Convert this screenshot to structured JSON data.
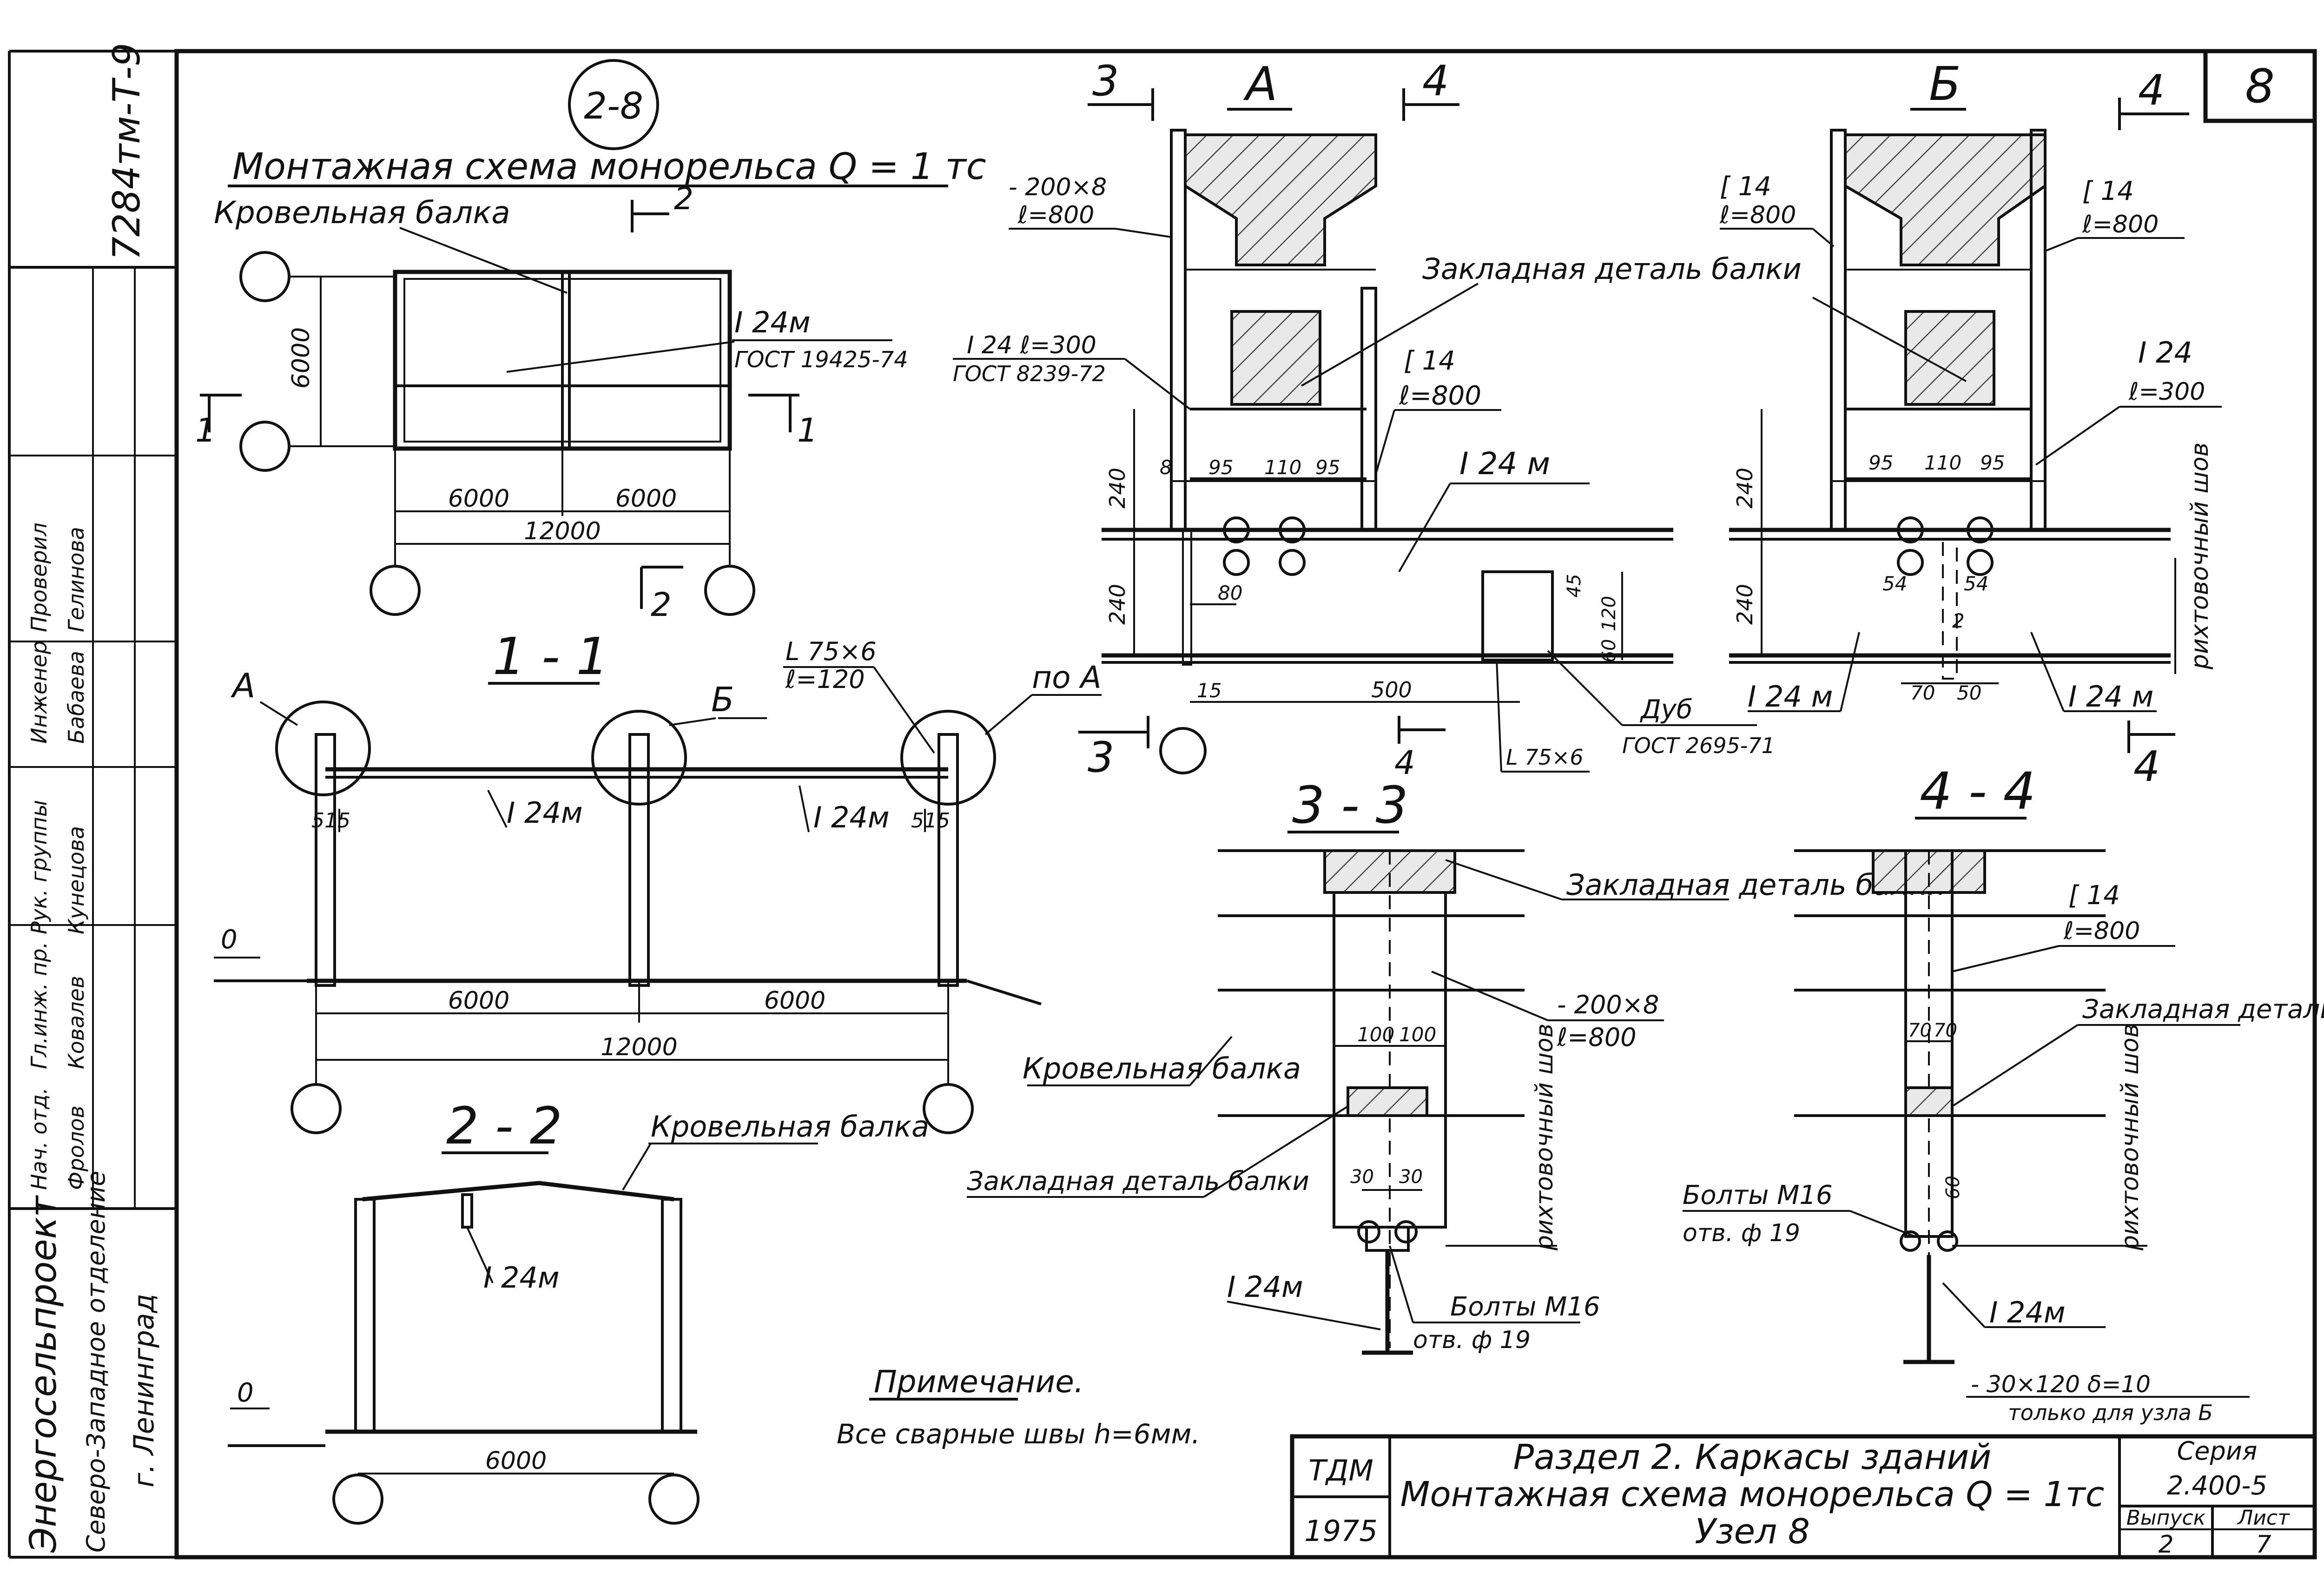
{
  "sheet_no": "8",
  "node_circle": "2-8",
  "doc_code": "7284тм-Т-9",
  "main_title": "Монтажная схема монорельса  Q = 1 тс",
  "plan": {
    "roof_beam": "Кровельная балка",
    "beam_label": "I 24м",
    "beam_gost": "ГОСТ 19425-74",
    "dim_6000_v": "6000",
    "dim_left": "6000",
    "dim_right": "6000",
    "dim_total": "12000",
    "sect_1": "1",
    "sect_2": "2"
  },
  "section_1_1": {
    "title": "1 - 1",
    "node_A": "А",
    "node_B": "Б",
    "node_pA": "по А",
    "angle": "L 75×6",
    "angle_len": "ℓ=120",
    "beam_left": "I 24м",
    "beam_right": "I 24м",
    "d515_left": "515",
    "d515_right": "515",
    "level": "0",
    "dim_left": "6000",
    "dim_right": "6000",
    "dim_total": "12000"
  },
  "section_2_2": {
    "title": "2 - 2",
    "roof": "Кровельная балка",
    "beam": "I 24м",
    "level": "0",
    "dim": "6000"
  },
  "node_A": {
    "title": "А",
    "cut3": "3",
    "cut4": "4",
    "plate": "- 200×8",
    "plate_len": "ℓ=800",
    "i24": "I 24  ℓ=300",
    "i24_gost": "ГОСТ 8239-72",
    "channel": "[ 14",
    "channel_len": "ℓ=800",
    "embed": "Закладная деталь балки",
    "beam": "I 24 м",
    "d240a": "240",
    "d240b": "240",
    "d8": "8",
    "d95a": "95",
    "d110": "110",
    "d95b": "95",
    "d80": "80",
    "d15": "15",
    "d500": "500",
    "d120": "120",
    "d60": "60",
    "d45": "45",
    "oak": "Дуб",
    "oak_gost": "ГОСТ 2695-71",
    "angle": "L 75×6"
  },
  "node_B": {
    "title": "Б",
    "cut4": "4",
    "ch_left": "[ 14",
    "ch_left_len": "ℓ=800",
    "ch_right": "[ 14",
    "ch_right_len": "ℓ=800",
    "i24": "I 24",
    "i24_len": "ℓ=300",
    "d240a": "240",
    "d240b": "240",
    "d95a": "95",
    "d110": "110",
    "d95b": "95",
    "d54a": "54",
    "d54b": "54",
    "d2": "2",
    "d70": "70",
    "d50": "50",
    "beam_left": "I 24 м",
    "beam_right": "I 24 м",
    "weld": "рихтовочный шов"
  },
  "section_3_3": {
    "title": "3 - 3",
    "embed": "Закладная деталь балки",
    "plate": "- 200×8",
    "plate_len": "ℓ=800",
    "roof": "Кровельная балка",
    "d100a": "100",
    "d100b": "100",
    "embed2": "Закладная деталь балки",
    "d30a": "30",
    "d30b": "30",
    "weld": "рихтовочный шов",
    "beam": "I 24м",
    "bolts": "Болты М16",
    "holes": "отв. ф 19"
  },
  "section_4_4": {
    "title": "4 - 4",
    "channel": "[ 14",
    "channel_len": "ℓ=800",
    "embed": "Закладная деталь балки",
    "d70a": "70",
    "d70b": "70",
    "d60": "60",
    "weld": "рихтовочный шов",
    "bolts": "Болты М16",
    "holes": "отв. ф 19",
    "beam": "I 24м",
    "strip": "- 30×120     δ=10",
    "strip_note": "только для узла Б"
  },
  "note": {
    "title": "Примечание.",
    "text": "Все сварные швы  h=6мм."
  },
  "stamp": {
    "org": "ТДМ",
    "year": "1975",
    "line1": "Раздел 2.  Каркасы  зданий",
    "line2": "Монтажная схема  монорельса  Q = 1тс",
    "line3": "Узел 8",
    "series_label": "Серия",
    "series": "2.400-5",
    "issue_label": "Выпуск",
    "issue": "2",
    "sheet_label": "Лист",
    "sheet": "7"
  },
  "side": {
    "org": "Энергосельпроект",
    "branch": "Северо-Западное отделение",
    "city": "г. Ленинград",
    "roles": [
      "Нач. отд.",
      "Гл.инж. пр.",
      "Рук. группы",
      "Инженер",
      "Проверил"
    ],
    "names": [
      "Фролов",
      "Ковалев",
      "Кунецова",
      "Бабаева",
      "Гелинова"
    ]
  }
}
